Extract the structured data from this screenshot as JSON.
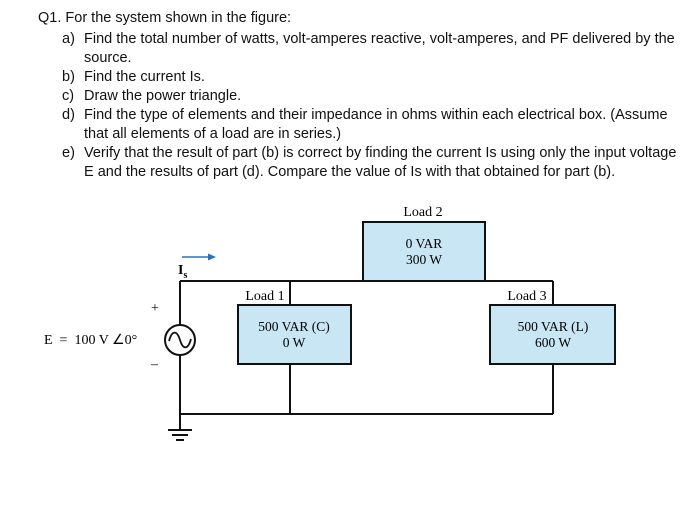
{
  "question": {
    "title": "Q1. For the system shown in the figure:",
    "items": [
      {
        "letter": "a)",
        "text": "Find the total number of watts, volt-amperes reactive, volt-amperes, and PF delivered by the source."
      },
      {
        "letter": "b)",
        "text": "Find the current Is."
      },
      {
        "letter": "c)",
        "text": "Draw the power triangle."
      },
      {
        "letter": "d)",
        "text": "Find the type of elements and their impedance in ohms within each electrical box. (Assume that all elements of a load are in series.)"
      },
      {
        "letter": "e)",
        "text": "Verify that the result of part (b) is correct by finding the current Is using only the input voltage E and the results of part (d). Compare the value of Is with that obtained for part (b)."
      }
    ]
  },
  "circuit": {
    "source_label": "E  =  100 V ∠0°",
    "plus": "+",
    "minus": "–",
    "current_label": "I",
    "current_sub": "s",
    "load1": {
      "name": "Load 1",
      "line1": "500 VAR (C)",
      "line2": "0 W"
    },
    "load2": {
      "name": "Load 2",
      "line1": "0 VAR",
      "line2": "300 W"
    },
    "load3": {
      "name": "Load 3",
      "line1": "500 VAR (L)",
      "line2": "600 W"
    },
    "colors": {
      "box_fill": "#c9e6f5",
      "wire": "#111111",
      "arrow": "#2a72b8"
    }
  }
}
